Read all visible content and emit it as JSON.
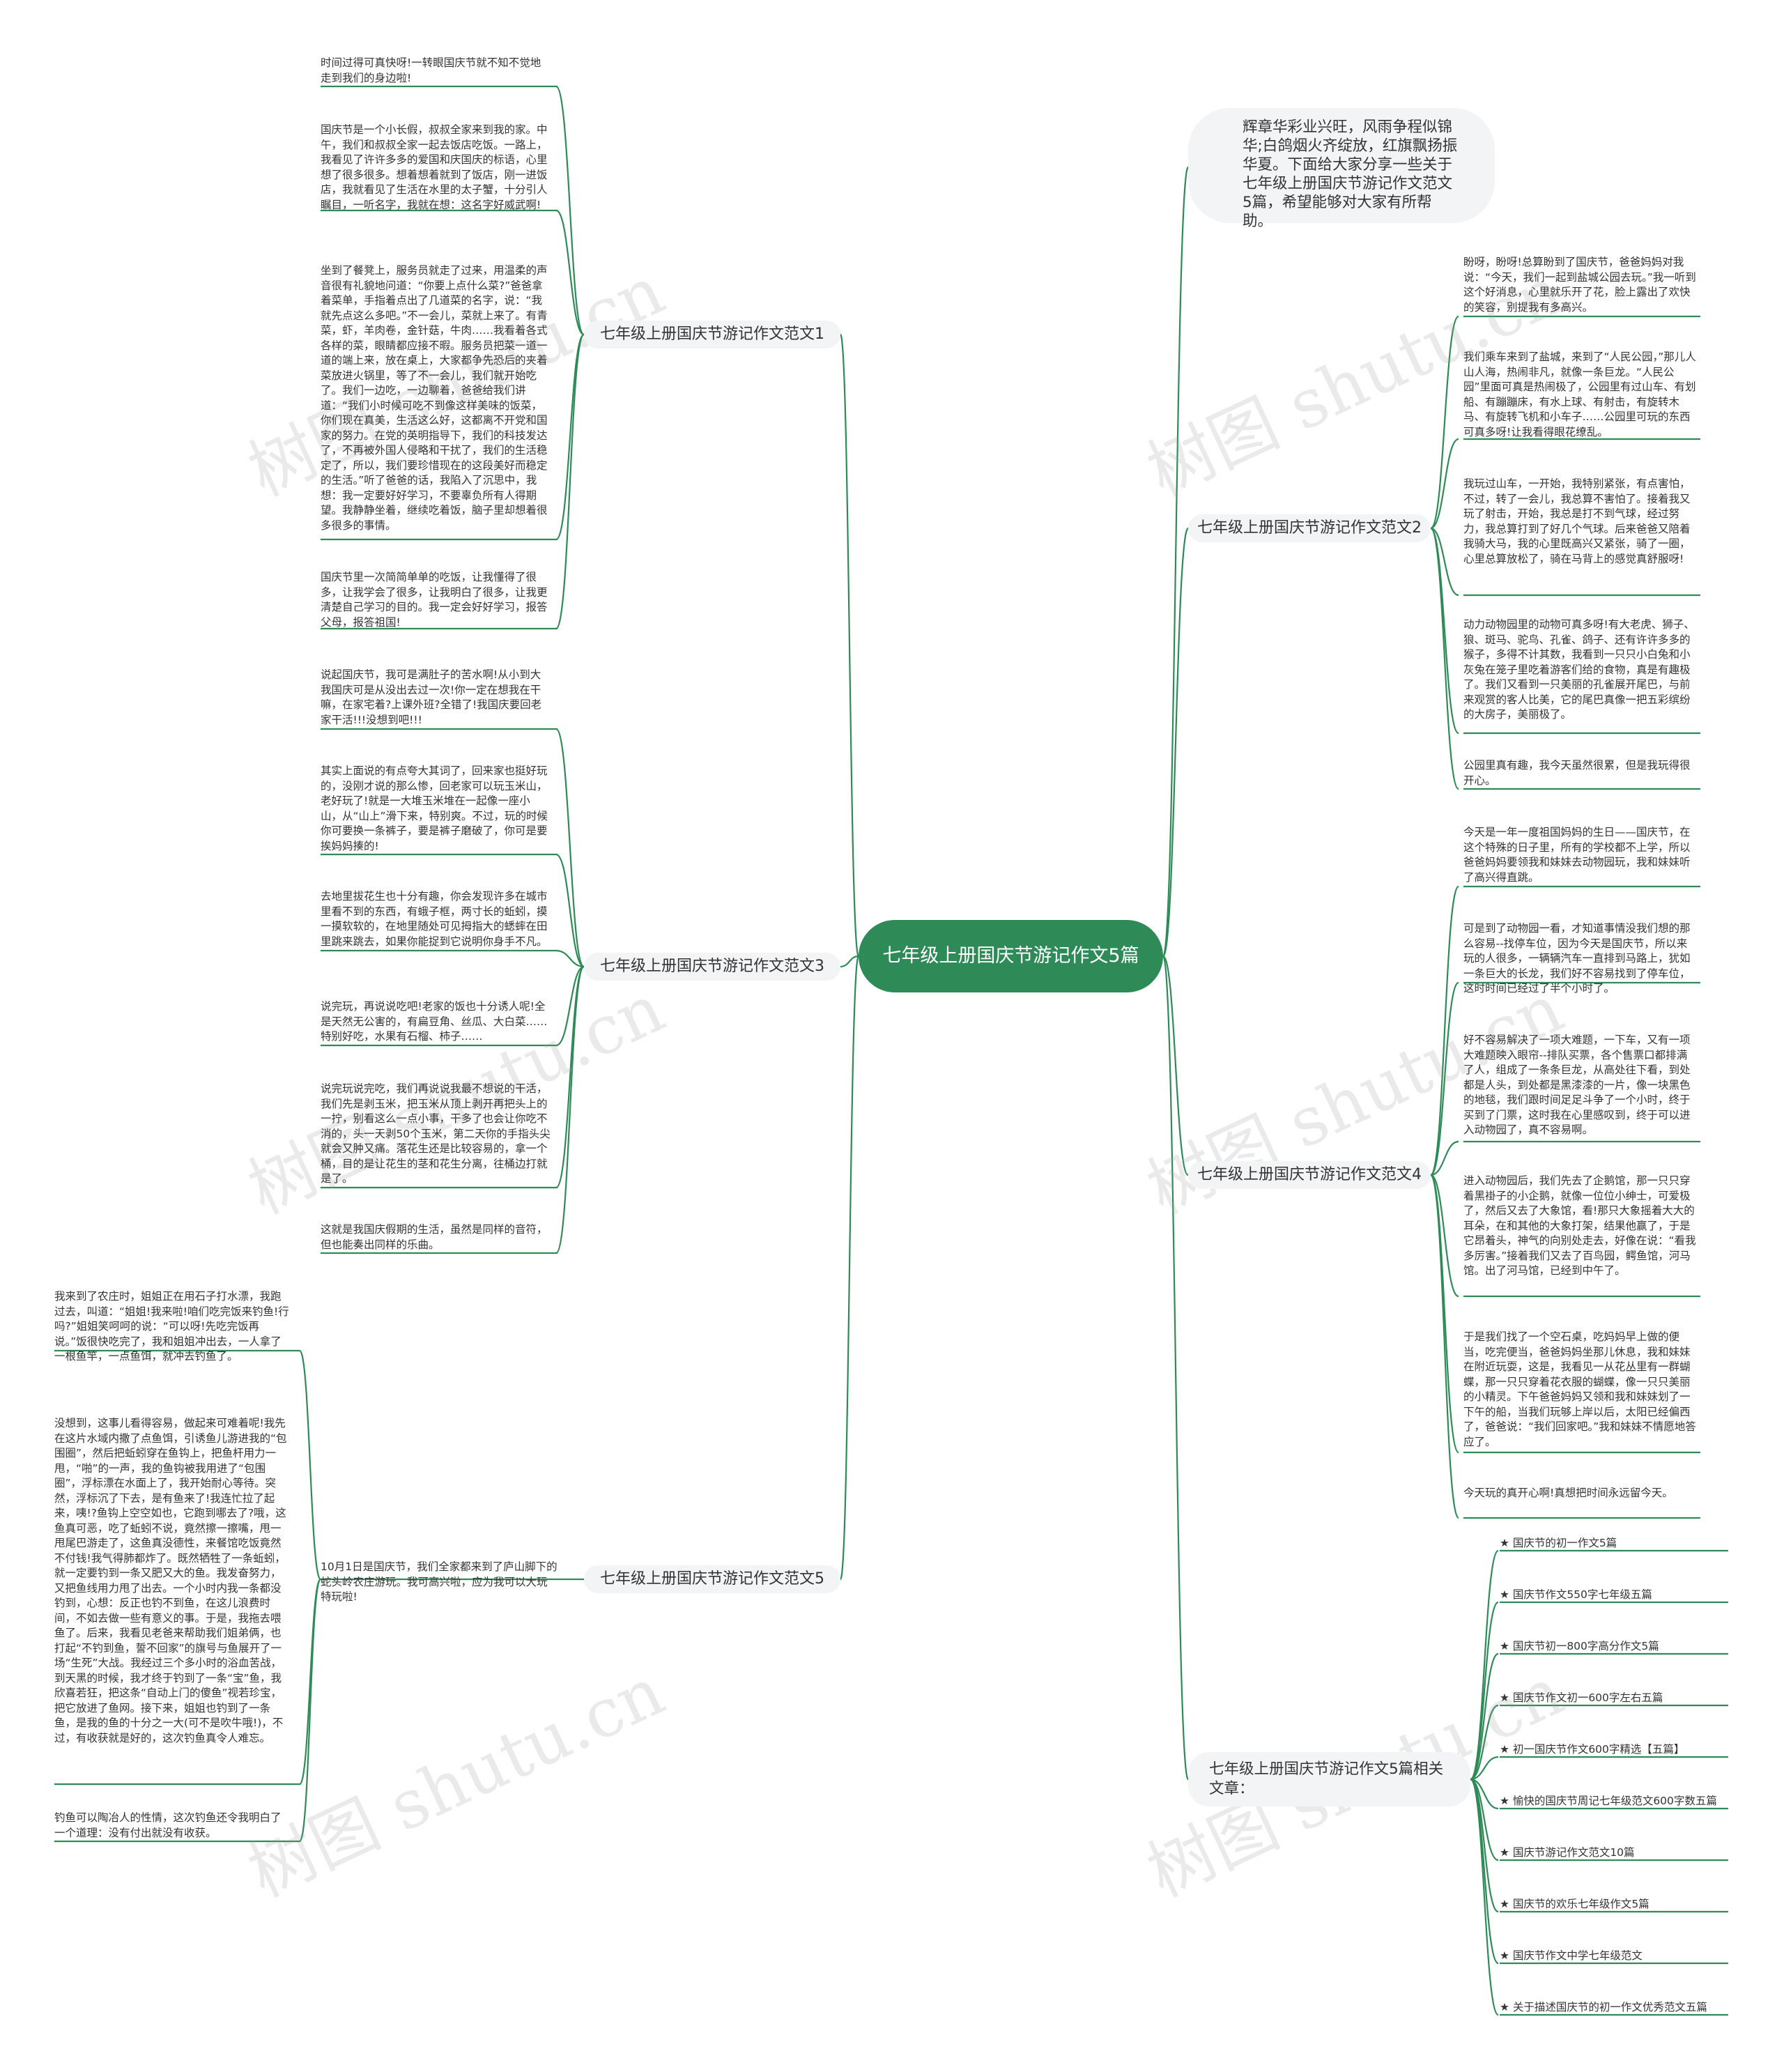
{
  "root": {
    "label": "七年级上册国庆节游记作文5篇"
  },
  "intro": "辉章华彩业兴旺，风雨争程似锦华;白鸽烟火齐绽放，红旗飘扬振华夏。下面给大家分享一些关于七年级上册国庆节游记作文范文5篇，希望能够对大家有所帮助。",
  "branches": {
    "b1": {
      "label": "七年级上册国庆节游记作文范文1",
      "paras": [
        "时间过得可真快呀!一转眼国庆节就不知不觉地走到我们的身边啦!",
        "国庆节是一个小长假，叔叔全家来到我的家。中午，我们和叔叔全家一起去饭店吃饭。一路上，我看见了许许多多的爱国和庆国庆的标语，心里想了很多很多。想着想着就到了饭店，刚一进饭店，我就看见了生活在水里的太子蟹，十分引人瞩目，一听名字，我就在想：这名字好威武啊!",
        "坐到了餐凳上，服务员就走了过来，用温柔的声音很有礼貌地问道：“你要上点什么菜?”爸爸拿着菜单，手指着点出了几道菜的名字，说：“我就先点这么多吧。”不一会儿，菜就上来了。有青菜，虾，羊肉卷，金针菇，牛肉……我看着各式各样的菜，眼睛都应接不暇。服务员把菜一道一道的端上来，放在桌上，大家都争先恐后的夹着菜放进火锅里，等了不一会儿，我们就开始吃了。我们一边吃，一边聊着，爸爸给我们讲道：“我们小时候可吃不到像这样美味的饭菜，你们现在真美，生活这么好，这都离不开党和国家的努力。在党的英明指导下，我们的科技发达了，不再被外国人侵略和干扰了，我们的生活稳定了，所以，我们要珍惜现在的这段美好而稳定的生活。”听了爸爸的话，我陷入了沉思中，我想：我一定要好好学习，不要辜负所有人得期望。我静静坐着，继续吃着饭，脑子里却想着很多很多的事情。",
        "国庆节里一次简简单单的吃饭，让我懂得了很多，让我学会了很多，让我明白了很多，让我更清楚自己学习的目的。我一定会好好学习，报答父母，报答祖国!"
      ]
    },
    "b3": {
      "label": "七年级上册国庆节游记作文范文3",
      "paras": [
        "说起国庆节，我可是满肚子的苦水啊!从小到大我国庆可是从没出去过一次!你一定在想我在干嘛，在家宅着?上课外班?全错了!我国庆要回老家干活!!!没想到吧!!!",
        "其实上面说的有点夸大其词了，回来家也挺好玩的，没刚才说的那么惨，回老家可以玩玉米山，老好玩了!就是一大堆玉米堆在一起像一座小山，从“山上”滑下来，特别爽。不过，玩的时候你可要换一条裤子，要是裤子磨破了，你可是要挨妈妈揍的!",
        "去地里拔花生也十分有趣，你会发现许多在城市里看不到的东西，有蛾子框，两寸长的蚯蚓，摸一摸软软的，在地里随处可见拇指大的蟋蟀在田里跳来跳去，如果你能捉到它说明你身手不凡。",
        "说完玩，再说说吃吧!老家的饭也十分诱人呢!全是天然无公害的，有扁豆角、丝瓜、大白菜……特别好吃，水果有石榴、柿子……",
        "说完玩说完吃，我们再说说我最不想说的干活，我们先是剥玉米，把玉米从顶上剥开再把头上的一拧，别看这么一点小事，干多了也会让你吃不消的，头一天剥50个玉米，第二天你的手指头尖就会又肿又痛。落花生还是比较容易的，拿一个桶，目的是让花生的茎和花生分离，往桶边打就是了。",
        "这就是我国庆假期的生活，虽然是同样的音符，但也能奏出同样的乐曲。"
      ]
    },
    "b5": {
      "label": "七年级上册国庆节游记作文范文5",
      "intro": "10月1日是国庆节，我们全家都来到了庐山脚下的蛇头岭农庄游玩。我可高兴啦，应为我可以大玩特玩啦!",
      "paras": [
        "我来到了农庄时，姐姐正在用石子打水漂，我跑过去，叫道：“姐姐!我来啦!咱们吃完饭来钓鱼!行吗?”姐姐笑呵呵的说：“可以呀!先吃完饭再说。”饭很快吃完了，我和姐姐冲出去，一人拿了一根鱼竿，一点鱼饵，就冲去钓鱼了。",
        "没想到，这事儿看得容易，做起来可难着呢!我先在这片水域内撒了点鱼饵，引诱鱼儿游进我的“包围圈”，然后把蚯蚓穿在鱼钩上，把鱼杆用力一甩，“啪”的一声，我的鱼钩被我用进了“包围圈”，浮标漂在水面上了，我开始耐心等待。突然，浮标沉了下去，是有鱼来了!我连忙拉了起来，咦!?鱼钩上空空如也，它跑到哪去了?哦，这鱼真可恶，吃了蚯蚓不说，竟然擦一擦嘴，甩一甩尾巴游走了，这鱼真没德性，来餐馆吃饭竟然不付钱!我气得肺都炸了。既然牺牲了一条蚯蚓，就一定要钓到一条又肥又大的鱼。我发奋努力，又把鱼线用力甩了出去。一个小时内我一条都没钓到，心想：反正也钓不到鱼，在这儿浪费时间，不如去做一些有意义的事。于是，我拖去喂鱼了。后来，我看见老爸来帮助我们姐弟俩，也打起“不钓到鱼，誓不回家”的旗号与鱼展开了一场“生死”大战。我经过三个多小时的浴血苦战，到天黑的时候，我才终于钓到了一条“宝”鱼，我欣喜若狂，把这条“自动上门的傻鱼”视若珍宝，把它放进了鱼网。接下来，姐姐也钓到了一条鱼，是我的鱼的十分之一大(可不是吹牛哦!)，不过，有收获就是好的，这次钓鱼真令人难忘。",
        "钓鱼可以陶冶人的性情，这次钓鱼还令我明白了一个道理：没有付出就没有收获。"
      ]
    },
    "b2": {
      "label": "七年级上册国庆节游记作文范文2",
      "paras": [
        "盼呀，盼呀!总算盼到了国庆节，爸爸妈妈对我说：“今天，我们一起到盐城公园去玩。”我一听到这个好消息，心里就乐开了花，脸上露出了欢快的笑容，别提我有多高兴。",
        "我们乘车来到了盐城，来到了“人民公园，”那儿人山人海，热闹非凡，就像一条巨龙。“人民公园”里面可真是热闹极了，公园里有过山车、有划船、有蹦蹦床，有水上球、有射击，有旋转木马、有旋转飞机和小车子……公园里可玩的东西可真多呀!让我看得眼花缭乱。",
        "我玩过山车，一开始，我特别紧张，有点害怕，不过，转了一会儿，我总算不害怕了。接着我又玩了射击，开始，我总是打不到气球，经过努力，我总算打到了好几个气球。后来爸爸又陪着我骑大马，我的心里既高兴又紧张，骑了一圈，心里总算放松了，骑在马背上的感觉真舒服呀!",
        "动力动物园里的动物可真多呀!有大老虎、狮子、狼、斑马、驼鸟、孔雀、鸽子、还有许许多多的猴子，多得不计其数，我看到一只只小白兔和小灰兔在笼子里吃着游客们给的食物，真是有趣极了。我们又看到一只美丽的孔雀展开尾巴，与前来观赏的客人比美，它的尾巴真像一把五彩缤纷的大房子，美丽极了。",
        "公园里真有趣，我今天虽然很累，但是我玩得很开心。"
      ]
    },
    "b4": {
      "label": "七年级上册国庆节游记作文范文4",
      "paras": [
        "今天是一年一度祖国妈妈的生日——国庆节，在这个特殊的日子里，所有的学校都不上学，所以爸爸妈妈要领我和妹妹去动物园玩，我和妹妹听了高兴得直跳。",
        "可是到了动物园一看，才知道事情没我们想的那么容易--找停车位，因为今天是国庆节，所以来玩的人很多，一辆辆汽车一直排到马路上，犹如一条巨大的长龙，我们好不容易找到了停车位，这时时间已经过了半个小时了。",
        "好不容易解决了一项大难题，一下车，又有一项大难题映入眼帘--排队买票，各个售票口都排满了人，组成了一条条巨龙，从高处往下看，到处都是人头，到处都是黑漆漆的一片，像一块黑色的地毯，我们跟时间足足斗争了一个小时，终于买到了门票，这时我在心里感叹到，终于可以进入动物园了，真不容易啊。",
        "进入动物园后，我们先去了企鹅馆，那一只只穿着黑褂子的小企鹅，就像一位位小绅士，可爱极了，然后又去了大象馆，看!那只大象摇着大大的耳朵，在和其他的大象打架，结果他赢了，于是它昂着头，神气的向别处走去，好像在说：“看我多厉害。”接着我们又去了百鸟园，鳄鱼馆，河马馆。出了河马馆，已经到中午了。",
        "于是我们找了一个空石桌，吃妈妈早上做的便当，吃完便当，爸爸妈妈坐那儿休息，我和妹妹在附近玩耍，这是，我看见一从花丛里有一群蝴蝶，那一只只穿着花衣服的蝴蝶，像一只只美丽的小精灵。下午爸爸妈妈又领和我和妹妹划了一下午的船，当我们玩够上岸以后，太阳已经偏西了，爸爸说：“我们回家吧。”我和妹妹不情愿地答应了。",
        "今天玩的真开心啊!真想把时间永远留今天。"
      ]
    },
    "related": {
      "label": "七年级上册国庆节游记作文5篇相关文章：",
      "items": [
        "★ 国庆节的初一作文5篇",
        "★ 国庆节作文550字七年级五篇",
        "★ 国庆节初一800字高分作文5篇",
        "★ 国庆节作文初一600字左右五篇",
        "★ 初一国庆节作文600字精选【五篇】",
        "★ 愉快的国庆节周记七年级范文600字数五篇",
        "★ 国庆节游记作文范文10篇",
        "★ 国庆节的欢乐七年级作文5篇",
        "★ 国庆节作文中学七年级范文",
        "★ 关于描述国庆节的初一作文优秀范文五篇"
      ]
    }
  },
  "watermark": "树图 shutu.cn",
  "colors": {
    "root": "#2e8b57",
    "line": "#2e8b57",
    "branch_bg": "#f2f4f5"
  }
}
